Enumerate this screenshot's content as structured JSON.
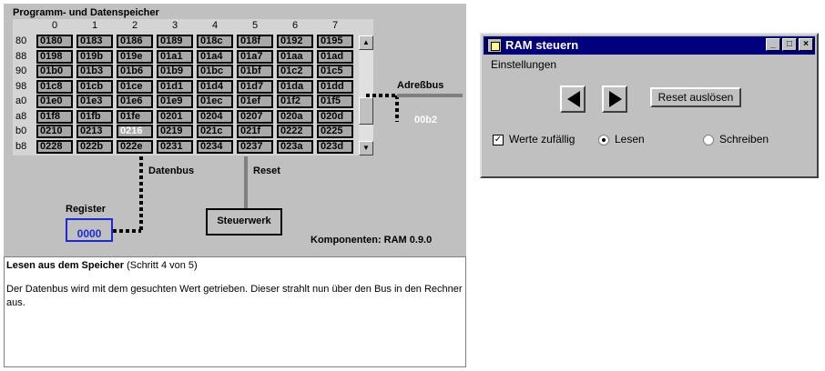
{
  "simulator": {
    "memory_title": "Programm- und Datenspeicher",
    "columns": [
      "0",
      "1",
      "2",
      "3",
      "4",
      "5",
      "6",
      "7"
    ],
    "rows": [
      {
        "label": "80",
        "cells": [
          "0180",
          "0183",
          "0186",
          "0189",
          "018c",
          "018f",
          "0192",
          "0195"
        ]
      },
      {
        "label": "88",
        "cells": [
          "0198",
          "019b",
          "019e",
          "01a1",
          "01a4",
          "01a7",
          "01aa",
          "01ad"
        ]
      },
      {
        "label": "90",
        "cells": [
          "01b0",
          "01b3",
          "01b6",
          "01b9",
          "01bc",
          "01bf",
          "01c2",
          "01c5"
        ]
      },
      {
        "label": "98",
        "cells": [
          "01c8",
          "01cb",
          "01ce",
          "01d1",
          "01d4",
          "01d7",
          "01da",
          "01dd"
        ]
      },
      {
        "label": "a0",
        "cells": [
          "01e0",
          "01e3",
          "01e6",
          "01e9",
          "01ec",
          "01ef",
          "01f2",
          "01f5"
        ]
      },
      {
        "label": "a8",
        "cells": [
          "01f8",
          "01fb",
          "01fe",
          "0201",
          "0204",
          "0207",
          "020a",
          "020d"
        ]
      },
      {
        "label": "b0",
        "cells": [
          "0210",
          "0213",
          "0216",
          "0219",
          "021c",
          "021f",
          "0222",
          "0225"
        ]
      },
      {
        "label": "b8",
        "cells": [
          "0228",
          "022b",
          "022e",
          "0231",
          "0234",
          "0237",
          "023a",
          "023d"
        ]
      }
    ],
    "highlighted_cell": {
      "row": 6,
      "col": 2
    },
    "adressbus_label": "Adreßbus",
    "adressbus_value": "00b2",
    "datenbus_label": "Datenbus",
    "reset_label": "Reset",
    "register_label": "Register",
    "register_value": "0000",
    "steuerwerk_label": "Steuerwerk",
    "components_label": "Komponenten: RAM 0.9.0",
    "colors": {
      "panel": "#c0c0c0",
      "register": "#1a2bd6",
      "bus": "#000000",
      "reset_line": "#808080"
    }
  },
  "description": {
    "title": "Lesen aus dem Speicher",
    "step": "(Schritt 4 von 5)",
    "text": "Der Datenbus wird mit dem gesuchten Wert getrieben. Dieser strahlt nun über den Bus in den Rechner aus."
  },
  "control_window": {
    "title": "RAM steuern",
    "menu": "Einstellungen",
    "reset_button": "Reset auslösen",
    "checkbox_label": "Werte zufällig",
    "checkbox_checked": true,
    "radio_read": "Lesen",
    "radio_write": "Schreiben",
    "selected_mode": "Lesen",
    "icons": [
      "window-app-icon",
      "minimize-icon",
      "maximize-icon",
      "close-icon",
      "arrow-left-icon",
      "arrow-right-icon"
    ]
  }
}
